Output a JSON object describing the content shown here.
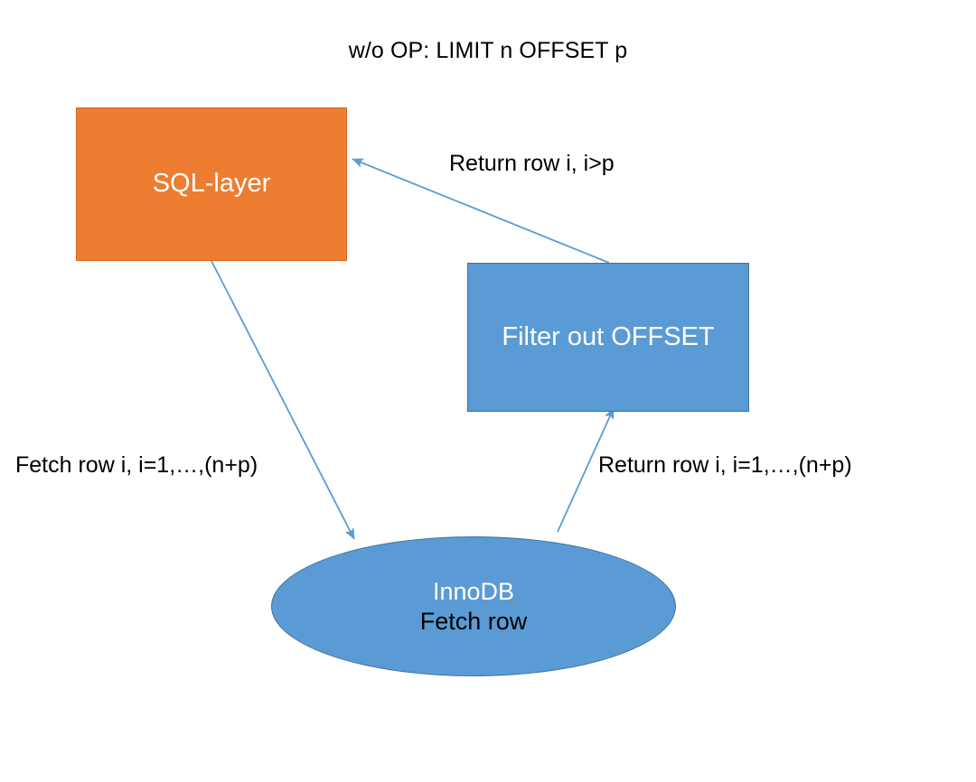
{
  "diagram": {
    "title": "w/o OP: LIMIT n OFFSET p",
    "type": "flow-diagram",
    "background_color": "#FFFFFF",
    "colors": {
      "sql_layer_fill": "#ED7D31",
      "sql_layer_border": "#D4661F",
      "blue_fill": "#5B9BD5",
      "blue_border": "#41719C",
      "arrow": "#5B9BD5",
      "text_dark": "#000000",
      "text_light": "#FFFFFF"
    },
    "nodes": [
      {
        "id": "sql-layer",
        "shape": "rectangle",
        "label": "SQL-layer",
        "fill": "#ED7D31",
        "text_color": "#FFFFFF"
      },
      {
        "id": "filter-out-offset",
        "shape": "rectangle",
        "label": "Filter out OFFSET",
        "fill": "#5B9BD5",
        "text_color": "#FFFFFF"
      },
      {
        "id": "innodb",
        "shape": "ellipse",
        "label_primary": "InnoDB",
        "label_secondary": "Fetch row",
        "fill": "#5B9BD5",
        "primary_text_color": "#FFFFFF",
        "secondary_text_color": "#000000"
      }
    ],
    "edges": [
      {
        "id": "filter-to-sql",
        "from": "filter-out-offset",
        "to": "sql-layer",
        "label": "Return row i, i>p"
      },
      {
        "id": "sql-to-innodb",
        "from": "sql-layer",
        "to": "innodb",
        "label": "Fetch row i, i=1,…,(n+p)"
      },
      {
        "id": "innodb-to-filter",
        "from": "innodb",
        "to": "filter-out-offset",
        "label": "Return row i, i=1,…,(n+p)"
      }
    ]
  }
}
